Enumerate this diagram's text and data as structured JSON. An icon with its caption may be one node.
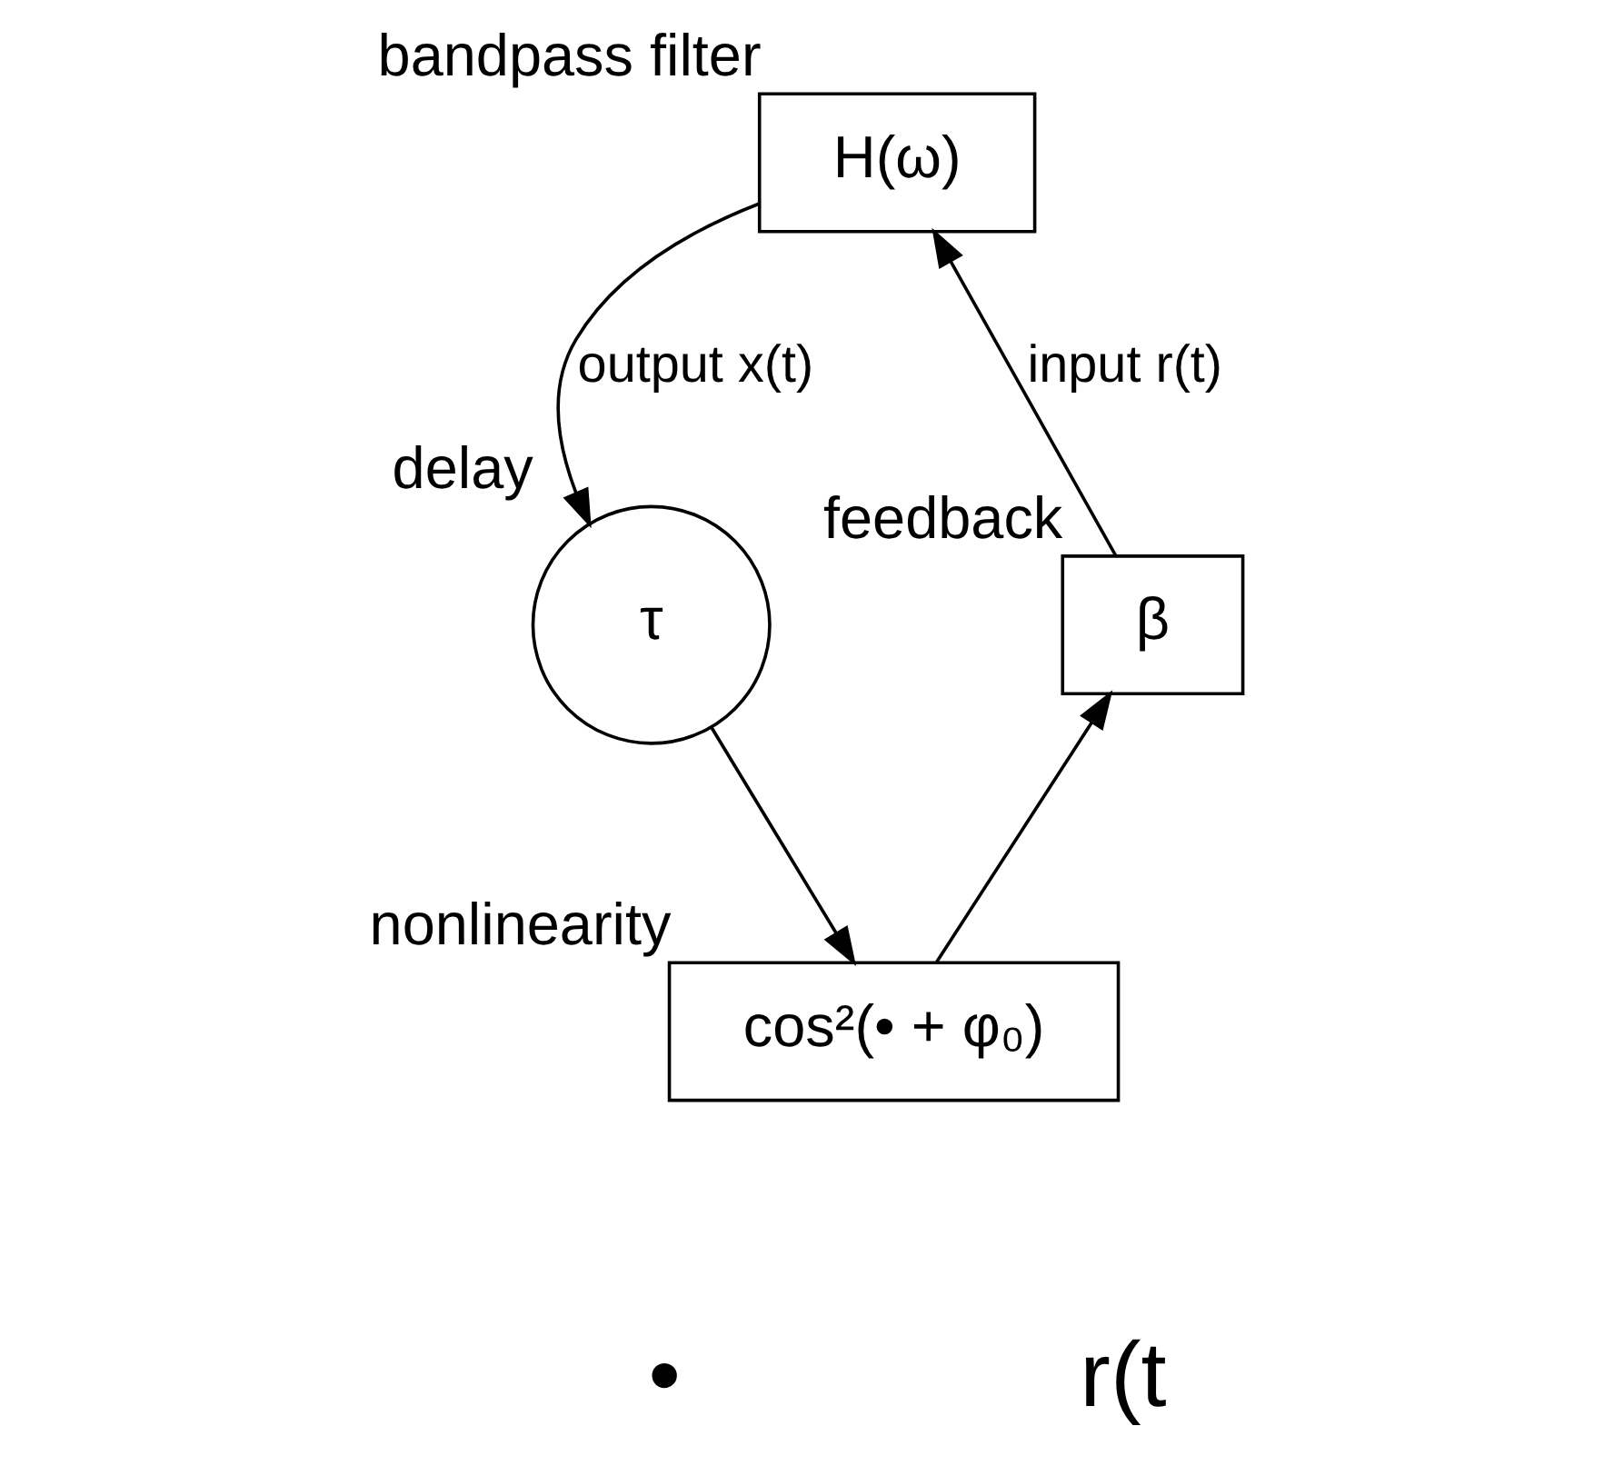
{
  "diagram": {
    "nodes": [
      {
        "text": [
          "H(ω)"
        ],
        "beside": [
          "bandpass filter"
        ]
      },
      {
        "text": [
          "τ"
        ],
        "beside": [
          "delay"
        ]
      },
      {
        "text": [
          "cos²(• + φ₀)"
        ],
        "beside": [
          "nonlinearity"
        ]
      },
      {
        "text": [
          "β"
        ],
        "beside": [
          "feedback"
        ]
      }
    ],
    "edges": [
      {
        "from": 3,
        "to": 0,
        "arrow": "to",
        "label": "input r(t)"
      },
      {
        "from": 0,
        "to": 1,
        "arrow": "to",
        "label": "output x(t)"
      },
      {
        "from": 1,
        "to": 2,
        "arrow": "to"
      },
      {
        "from": 2,
        "to": 3,
        "arrow": "to"
      }
    ],
    "labels": [
      "•",
      "r(t"
    ]
  }
}
